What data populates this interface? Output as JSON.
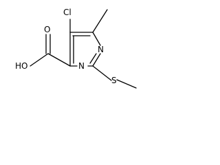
{
  "molecule": {
    "atoms": {
      "chlorine": "Cl",
      "ring_nitrogen_right": "N",
      "ring_nitrogen_bottom": "N",
      "hydroxyl": "HO",
      "carbonyl_oxygen": "O",
      "sulfur": "S"
    },
    "bond_color": "#000000",
    "label_color": "#000000"
  }
}
